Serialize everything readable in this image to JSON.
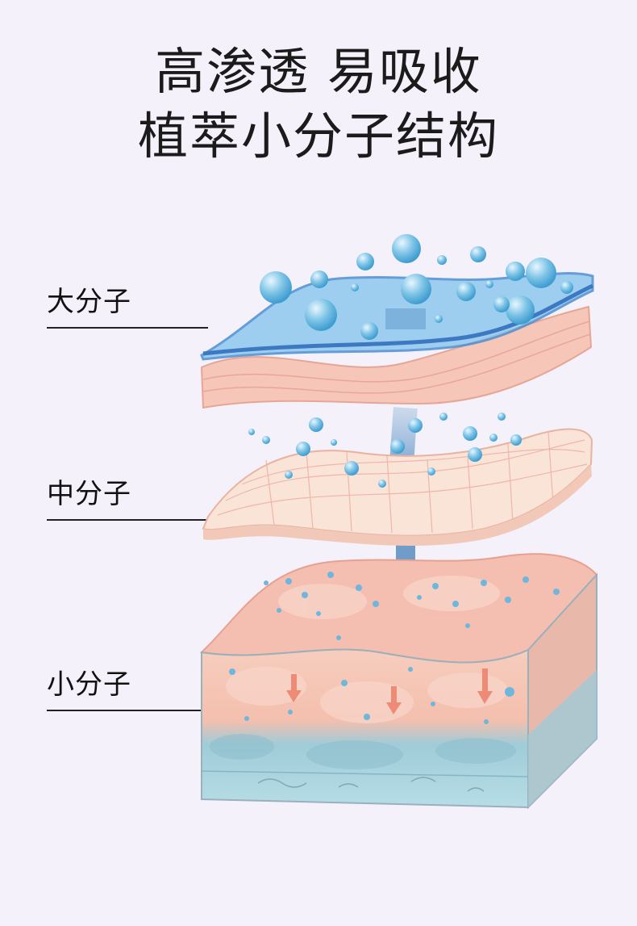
{
  "heading": {
    "line1": "高渗透 易吸收",
    "line2": "植萃小分子结构"
  },
  "labels": {
    "large": "大分子",
    "medium": "中分子",
    "small": "小分子"
  },
  "colors": {
    "background": "#f4f1fb",
    "water_layer": "#86c4ea",
    "skin_pink": "#f5c3b5",
    "mesh_layer": "#f9e6dc",
    "arrow": "#6f9cc8",
    "bubble": "#7cc3e6",
    "dermis_blue": "#a9d7e4"
  }
}
